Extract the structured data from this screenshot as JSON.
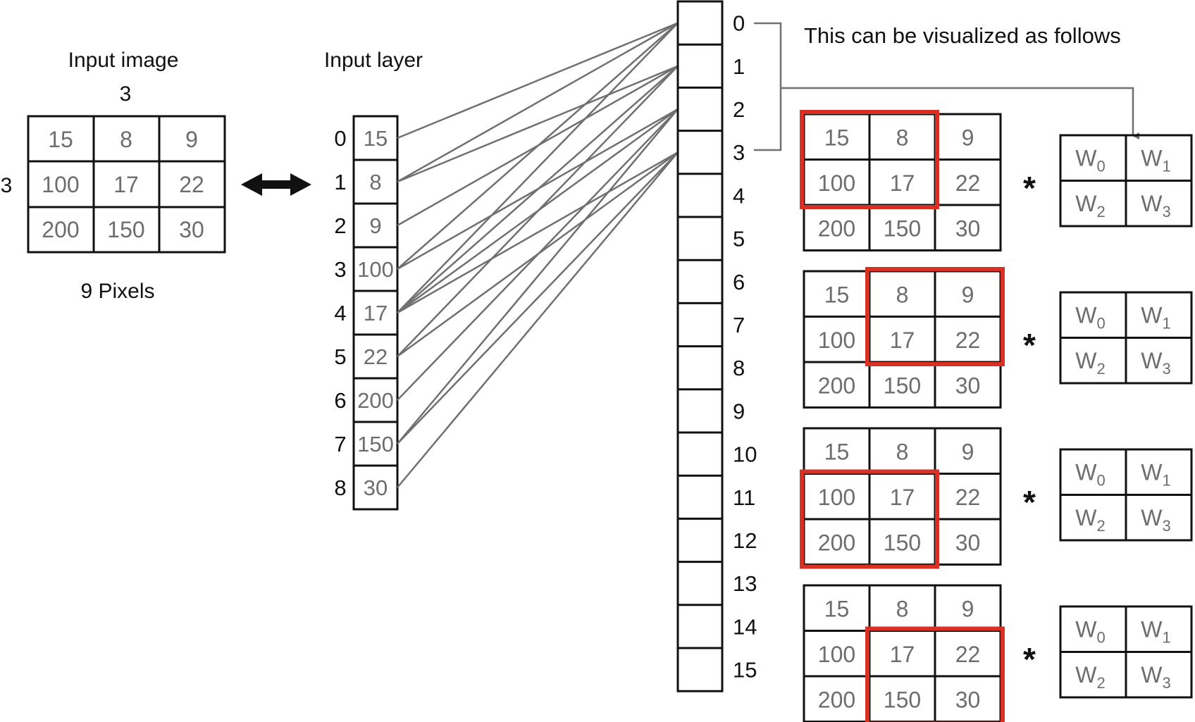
{
  "input_image": {
    "title": "Input image",
    "col_count_label": "3",
    "row_count_label": "3",
    "caption": "9 Pixels",
    "pixels": [
      [
        "15",
        "8",
        "9"
      ],
      [
        "100",
        "17",
        "22"
      ],
      [
        "200",
        "150",
        "30"
      ]
    ]
  },
  "input_layer": {
    "title": "Input layer",
    "indices": [
      "0",
      "1",
      "2",
      "3",
      "4",
      "5",
      "6",
      "7",
      "8"
    ],
    "values": [
      "15",
      "8",
      "9",
      "100",
      "17",
      "22",
      "200",
      "150",
      "30"
    ]
  },
  "hidden_layer": {
    "indices": [
      "0",
      "1",
      "2",
      "3",
      "4",
      "5",
      "6",
      "7",
      "8",
      "9",
      "10",
      "11",
      "12",
      "13",
      "14",
      "15"
    ]
  },
  "connections": [
    [
      0,
      0
    ],
    [
      1,
      0
    ],
    [
      3,
      0
    ],
    [
      4,
      0
    ],
    [
      1,
      1
    ],
    [
      2,
      1
    ],
    [
      4,
      1
    ],
    [
      5,
      1
    ],
    [
      3,
      2
    ],
    [
      4,
      2
    ],
    [
      6,
      2
    ],
    [
      7,
      2
    ],
    [
      4,
      3
    ],
    [
      5,
      3
    ],
    [
      7,
      3
    ],
    [
      8,
      3
    ]
  ],
  "visualization": {
    "note": "This can be visualized as follows",
    "grids": [
      {
        "cells": [
          [
            "15",
            "8",
            "9"
          ],
          [
            "100",
            "17",
            "22"
          ],
          [
            "200",
            "150",
            "30"
          ]
        ],
        "highlight": {
          "row": 0,
          "col": 0
        }
      },
      {
        "cells": [
          [
            "15",
            "8",
            "9"
          ],
          [
            "100",
            "17",
            "22"
          ],
          [
            "200",
            "150",
            "30"
          ]
        ],
        "highlight": {
          "row": 0,
          "col": 1
        }
      },
      {
        "cells": [
          [
            "15",
            "8",
            "9"
          ],
          [
            "100",
            "17",
            "22"
          ],
          [
            "200",
            "150",
            "30"
          ]
        ],
        "highlight": {
          "row": 1,
          "col": 0
        }
      },
      {
        "cells": [
          [
            "15",
            "8",
            "9"
          ],
          [
            "100",
            "17",
            "22"
          ],
          [
            "200",
            "150",
            "30"
          ]
        ],
        "highlight": {
          "row": 1,
          "col": 1
        }
      }
    ],
    "operator": "*",
    "weights": [
      [
        {
          "w": "W",
          "sub": "0"
        },
        {
          "w": "W",
          "sub": "1"
        }
      ],
      [
        {
          "w": "W",
          "sub": "2"
        },
        {
          "w": "W",
          "sub": "3"
        }
      ]
    ]
  },
  "colors": {
    "line": "#555555",
    "connection": "#707070",
    "highlight": "#d93025",
    "text": "#111111",
    "value": "#6d6d6d"
  }
}
